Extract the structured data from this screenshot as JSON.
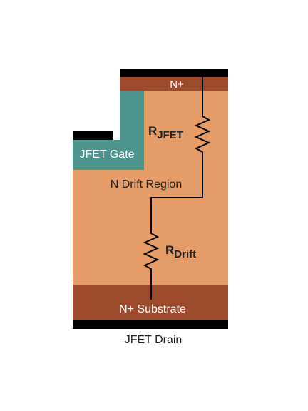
{
  "labels": {
    "top_contact": "N+",
    "gate": "JFET Gate",
    "drift_region": "N Drift Region",
    "substrate": "N+ Substrate",
    "drain": "JFET Drain",
    "r_jfet_main": "R",
    "r_jfet_sub": "JFET",
    "r_drift_main": "R",
    "r_drift_sub": "Drift"
  },
  "colors": {
    "drift": "#E59C66",
    "n_plus": "#9B4A2C",
    "gate": "#4E968D",
    "metal": "#000000",
    "label_light": "#ffffff",
    "label_dark": "#222222"
  }
}
